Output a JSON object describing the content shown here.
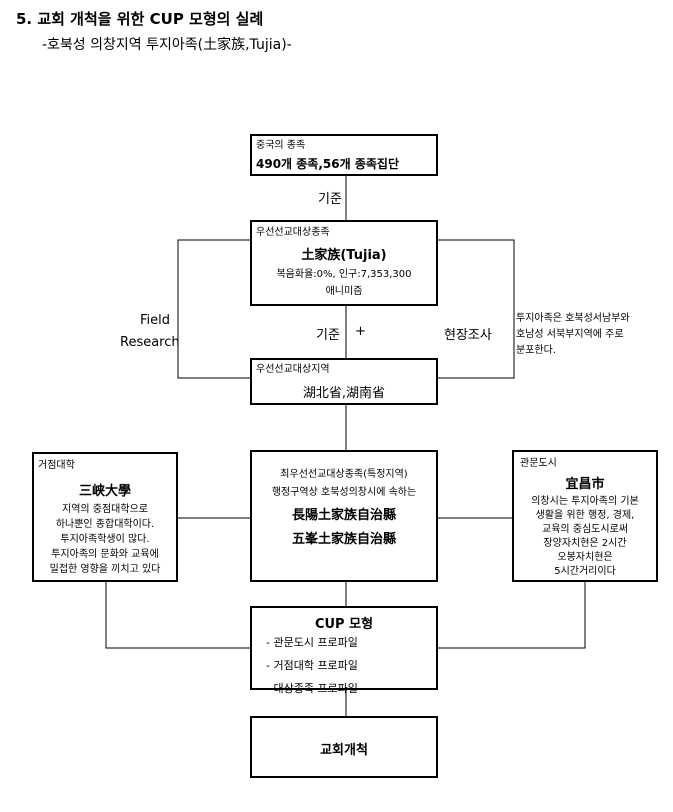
{
  "header": {
    "title": "5. 교회 개척을 위한 CUP 모형의 실례",
    "subtitle": "-호북성 의창지역 투지아족(土家族,Tujia)-"
  },
  "box_ethnic": {
    "small": "중국의 종족",
    "main": "490개 종족,56개 종족집단"
  },
  "label_criteria1": "기준",
  "box_priority_group": {
    "small": "우선선교대상종족",
    "main": "土家族(Tujia)",
    "line1": "복음화율:0%, 인구:7,353,300",
    "line2": "애니미즘"
  },
  "label_field": "Field",
  "label_research": "Research",
  "label_criteria2": "기준",
  "label_plus": "+",
  "label_survey": "현장조사",
  "note_tujia": [
    "투지아족은 호북성서남부와",
    "호남성 서북부지역에 주로",
    "분포한다."
  ],
  "box_priority_region": {
    "small": "우선선교대상지역",
    "main": "湖北省,湖南省"
  },
  "box_university": {
    "small": "거점대학",
    "main": "三峡大學",
    "lines": [
      "지역의 중점대학으로",
      "하나뿐인 종합대학이다.",
      "투지아족학생이 많다.",
      "투지아족의 문화와 교육에",
      "밀접한 영향을 끼치고 있다"
    ]
  },
  "box_final_group": {
    "line1": "최우선선교대상종족(특정지역)",
    "line2": "행정구역상 호북성의창시에 속하는",
    "county1": "長陽土家族自治縣",
    "county2": "五峯土家族自治縣"
  },
  "box_gateway_city": {
    "small": "관문도시",
    "main": "宜昌市",
    "lines": [
      "의창시는 투지아족의 기본",
      "생활을 위한 행정, 경제,",
      "교육의 중심도시로써",
      "장양자치현은 2시간",
      "오봉자치현은",
      "5시간거리이다"
    ]
  },
  "box_cup": {
    "title": "CUP 모형",
    "items": [
      "- 관문도시 프로파일",
      "- 거점대학 프로파일",
      "- 대상종족 프로파일"
    ]
  },
  "box_church": {
    "label": "교회개척"
  }
}
